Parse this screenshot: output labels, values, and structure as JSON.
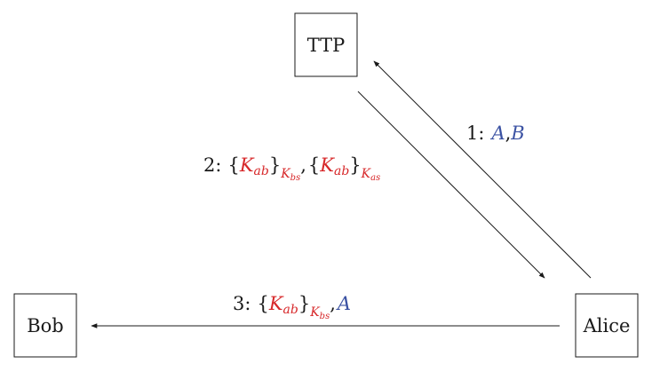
{
  "nodes": {
    "ttp": "TTP",
    "bob": "Bob",
    "alice": "Alice"
  },
  "messages": {
    "m1": {
      "step": "1:",
      "a": "A",
      "comma": ",",
      "b": "B"
    },
    "m2": {
      "step": "2:",
      "open1": "{",
      "key1": "K",
      "key1_sub": "ab",
      "close1": "}",
      "enc1": "K",
      "enc1_sub": "bs",
      "comma": ",",
      "open2": "{",
      "key2": "K",
      "key2_sub": "ab",
      "close2": "}",
      "enc2": "K",
      "enc2_sub": "as"
    },
    "m3": {
      "step": "3:",
      "open": "{",
      "key": "K",
      "key_sub": "ab",
      "close": "}",
      "enc": "K",
      "enc_sub": "bs",
      "comma": ",",
      "a": "A"
    }
  },
  "colors": {
    "key": "#d7282a",
    "principal": "#3b52a3",
    "ink": "#1a1a1a"
  }
}
